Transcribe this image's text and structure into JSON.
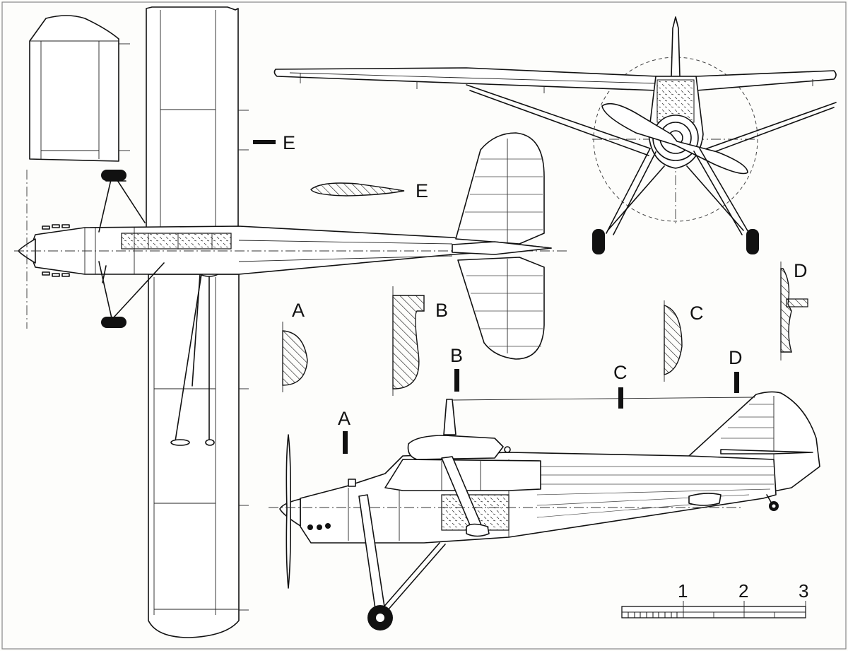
{
  "drawing": {
    "section_markers": {
      "a": "A",
      "b": "B",
      "c": "C",
      "d": "D",
      "e": "E"
    },
    "section_labels": {
      "a": "A",
      "b": "B",
      "c": "C",
      "d": "D",
      "e": "E",
      "e_marker_text": "E"
    },
    "scale_bar": {
      "labels": [
        "1",
        "2",
        "3"
      ]
    }
  }
}
